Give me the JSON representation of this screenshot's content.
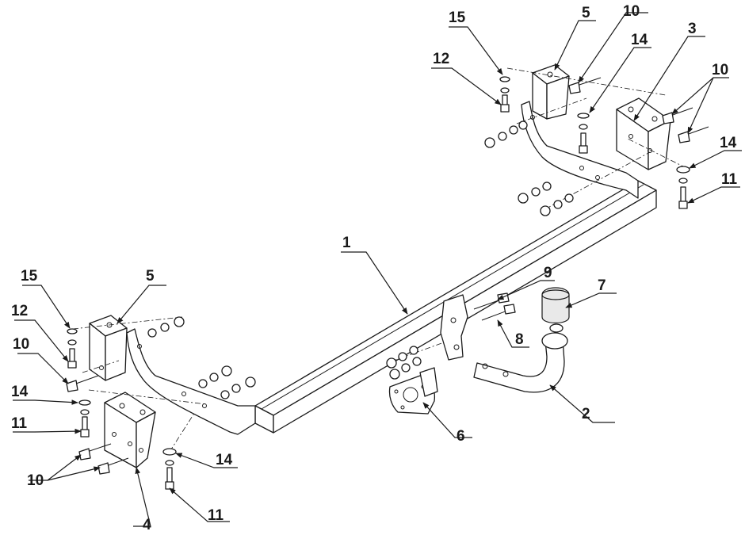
{
  "callouts": {
    "c1": "1",
    "c2": "2",
    "c3": "3",
    "c4": "4",
    "c5a": "5",
    "c5b": "5",
    "c6": "6",
    "c7": "7",
    "c8": "8",
    "c9": "9",
    "c10a": "10",
    "c10b": "10",
    "c10c": "10",
    "c10d": "10",
    "c11a": "11",
    "c11b": "11",
    "c11c": "11",
    "c12a": "12",
    "c12b": "12",
    "c14a": "14",
    "c14b": "14",
    "c14c": "14",
    "c14d": "14",
    "c15a": "15",
    "c15b": "15"
  },
  "colors": {
    "line": "#1a1a1a",
    "background": "#ffffff"
  }
}
